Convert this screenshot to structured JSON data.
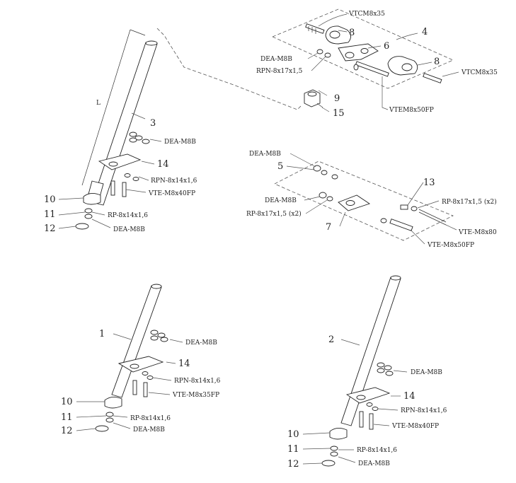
{
  "labels": {
    "vtcm_top": "VTCM8x35",
    "n8_top": "8",
    "n4": "4",
    "n6": "6",
    "dea_top": "DEA-M8B",
    "rpn_top": "RPN-8x17x1,5",
    "n8_right": "8",
    "vtcm_right": "VTCM8x35",
    "n9": "9",
    "n15": "15",
    "vtem": "VTEM8x50FP",
    "L": "L",
    "n3": "3",
    "dea_f3": "DEA-M8B",
    "n14_f3": "14",
    "rpn_f3": "RPN-8x14x1,6",
    "vte_f3": "VTE-M8x40FP",
    "n10_f3": "10",
    "n11_f3": "11",
    "rp_f3": "RP-8x14x1,6",
    "n12_f3": "12",
    "dea2_f3": "DEA-M8B",
    "dea_mid": "DEA-M8B",
    "n5": "5",
    "dea_mid2": "DEA-M8B",
    "rp_mid_left": "RP-8x17x1,5 (x2)",
    "n7": "7",
    "n13": "13",
    "rp_mid_right": "RP-8x17x1,5 (x2)",
    "vte_m8x80": "VTE-M8x80",
    "vte_m8x50": "VTE-M8x50FP",
    "n1": "1",
    "dea_f1": "DEA-M8B",
    "n14_f1": "14",
    "rpn_f1": "RPN-8x14x1,6",
    "vte_f1": "VTE-M8x35FP",
    "n10_f1": "10",
    "n11_f1": "11",
    "rp_f1": "RP-8x14x1,6",
    "n12_f1": "12",
    "dea2_f1": "DEA-M8B",
    "n2": "2",
    "dea_f2": "DEA-M8B",
    "n14_f2": "14",
    "rpn_f2": "RPN-8x14x1,6",
    "vte_f2": "VTE-M8x40FP",
    "n10_f2": "10",
    "n11_f2": "11",
    "rp_f2": "RP-8x14x1,6",
    "n12_f2": "12",
    "dea2_f2": "DEA-M8B"
  }
}
